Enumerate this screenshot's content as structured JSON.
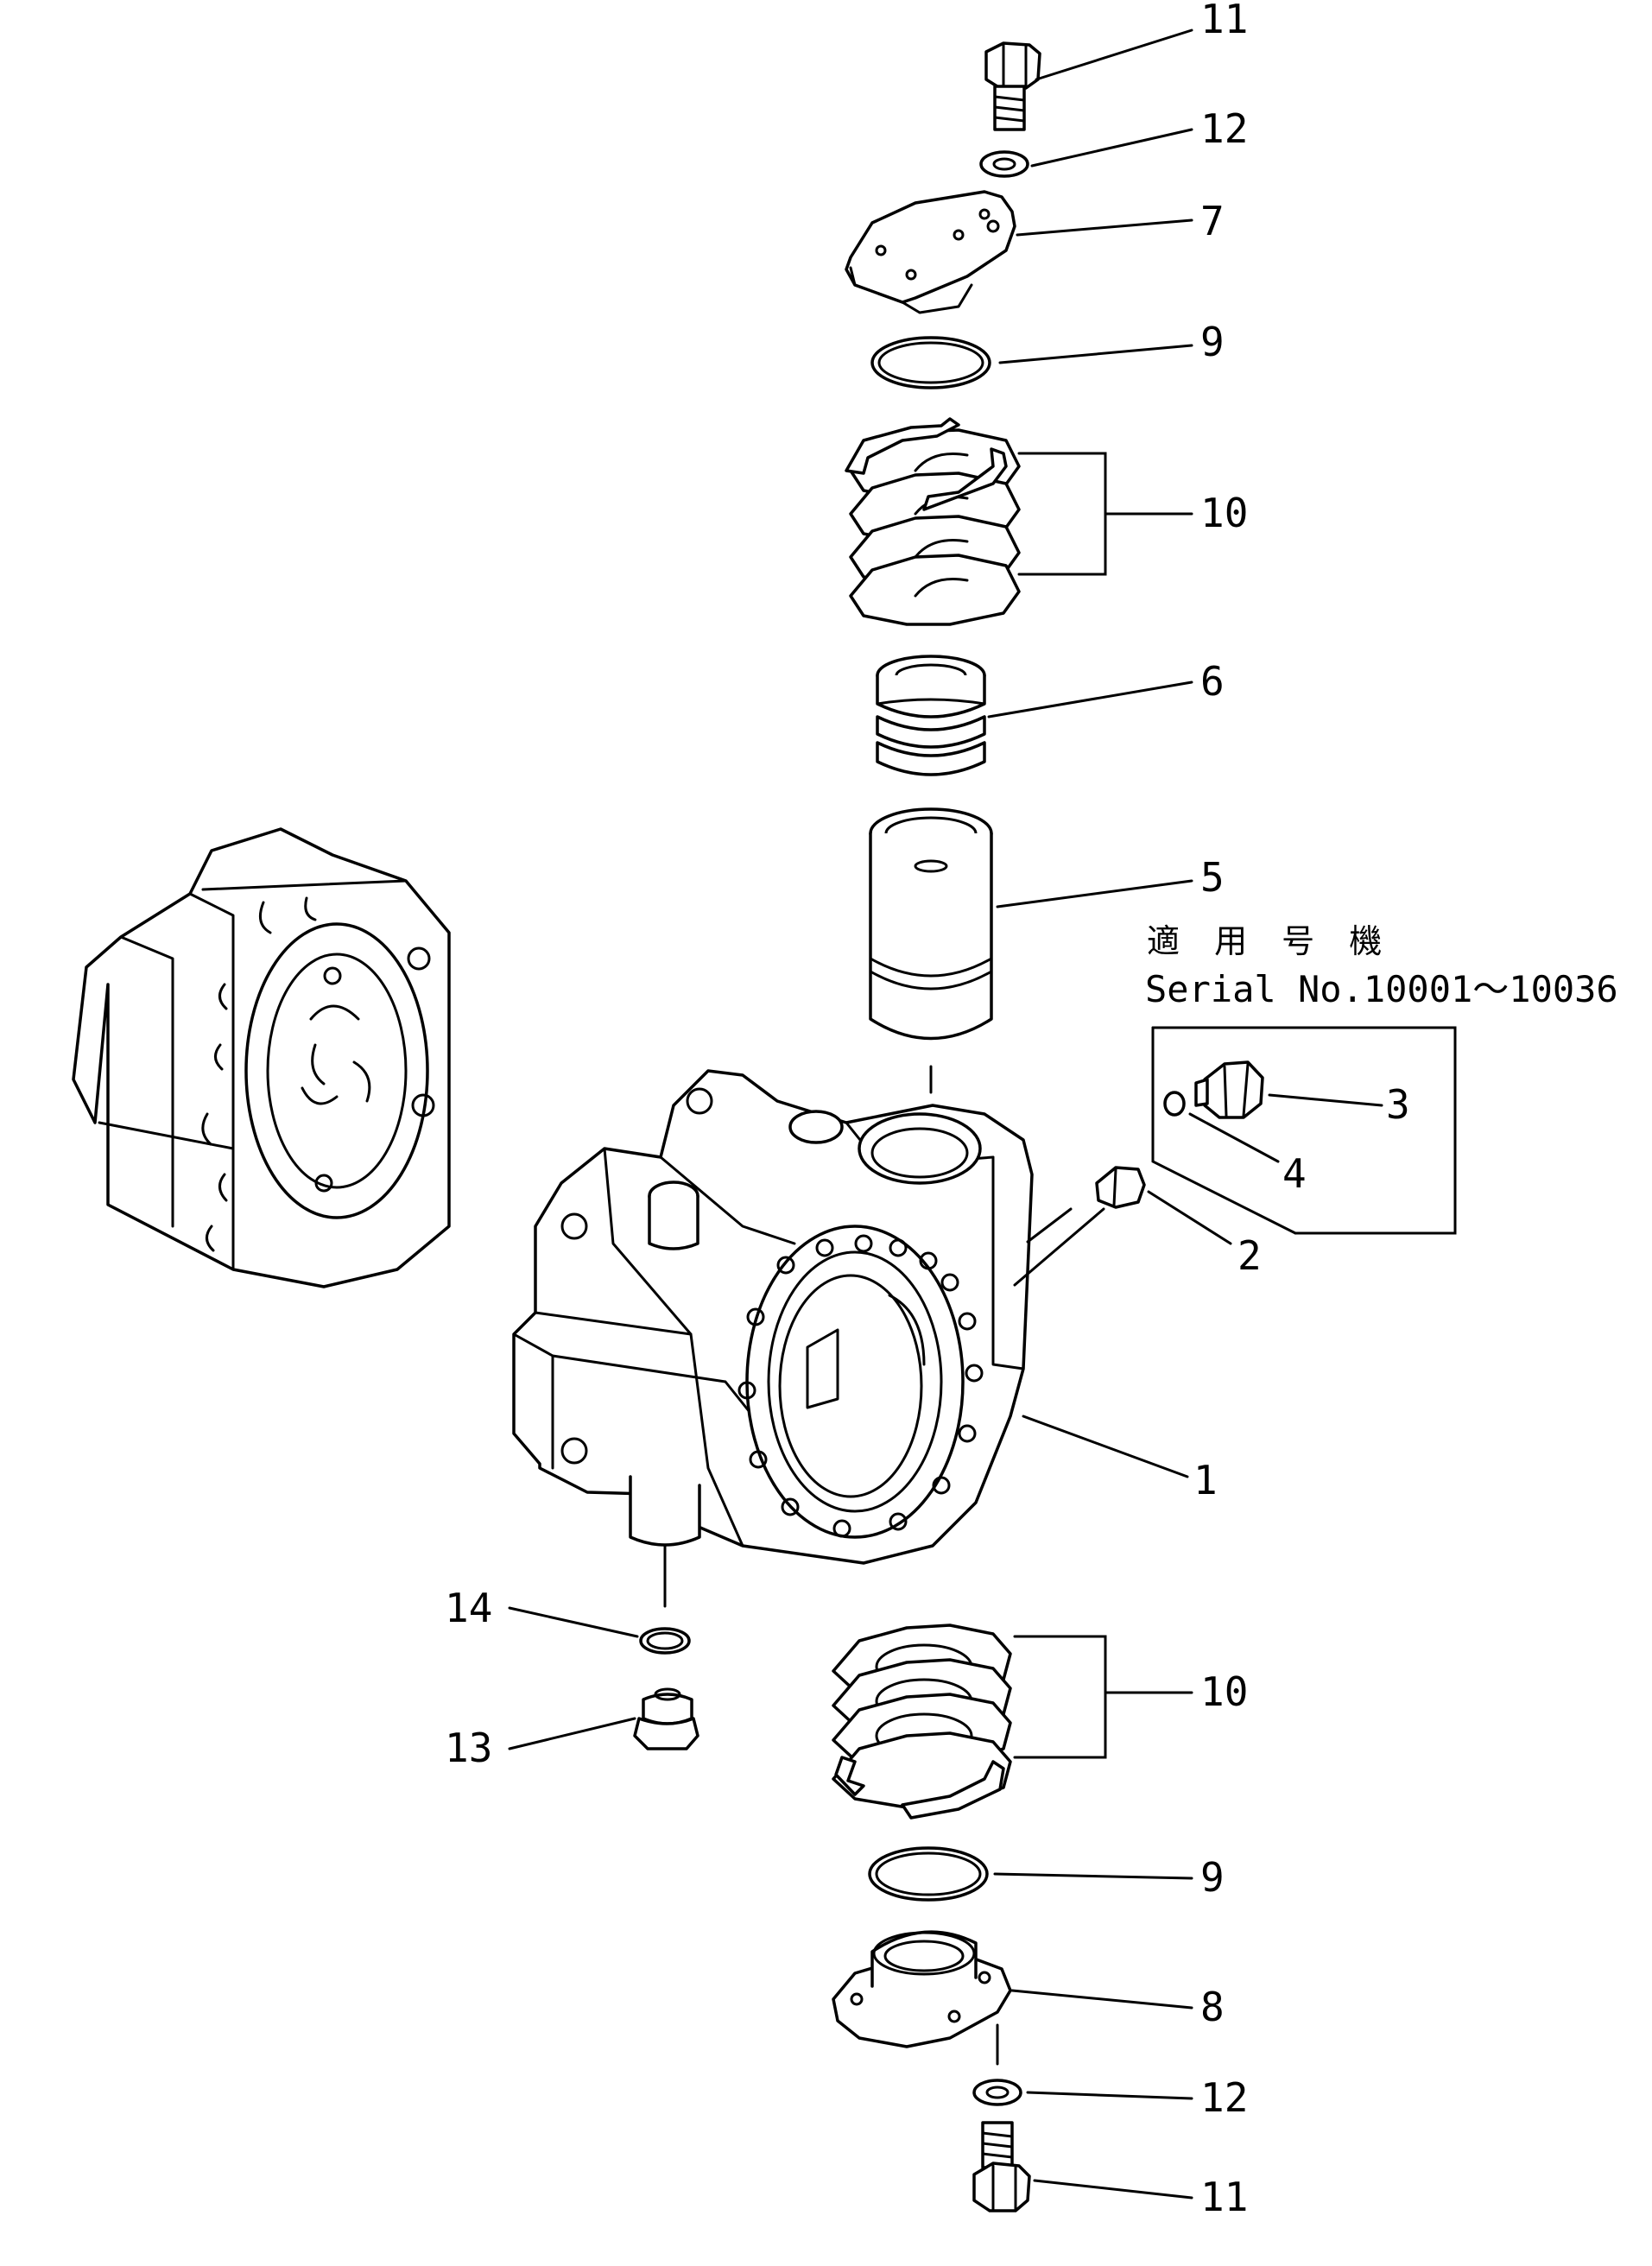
{
  "applicability": {
    "heading": "適 用 号 機",
    "serial": "Serial No.10001～10036"
  },
  "callouts": [
    {
      "id": "c11a",
      "label": "11"
    },
    {
      "id": "c12a",
      "label": "12"
    },
    {
      "id": "c7",
      "label": "7"
    },
    {
      "id": "c9a",
      "label": "9"
    },
    {
      "id": "c10a",
      "label": "10"
    },
    {
      "id": "c6",
      "label": "6"
    },
    {
      "id": "c5",
      "label": "5"
    },
    {
      "id": "c3",
      "label": "3"
    },
    {
      "id": "c4",
      "label": "4"
    },
    {
      "id": "c2",
      "label": "2"
    },
    {
      "id": "c1",
      "label": "1"
    },
    {
      "id": "c14",
      "label": "14"
    },
    {
      "id": "c13",
      "label": "13"
    },
    {
      "id": "c10b",
      "label": "10"
    },
    {
      "id": "c9b",
      "label": "9"
    },
    {
      "id": "c8",
      "label": "8"
    },
    {
      "id": "c12b",
      "label": "12"
    },
    {
      "id": "c11b",
      "label": "11"
    }
  ]
}
